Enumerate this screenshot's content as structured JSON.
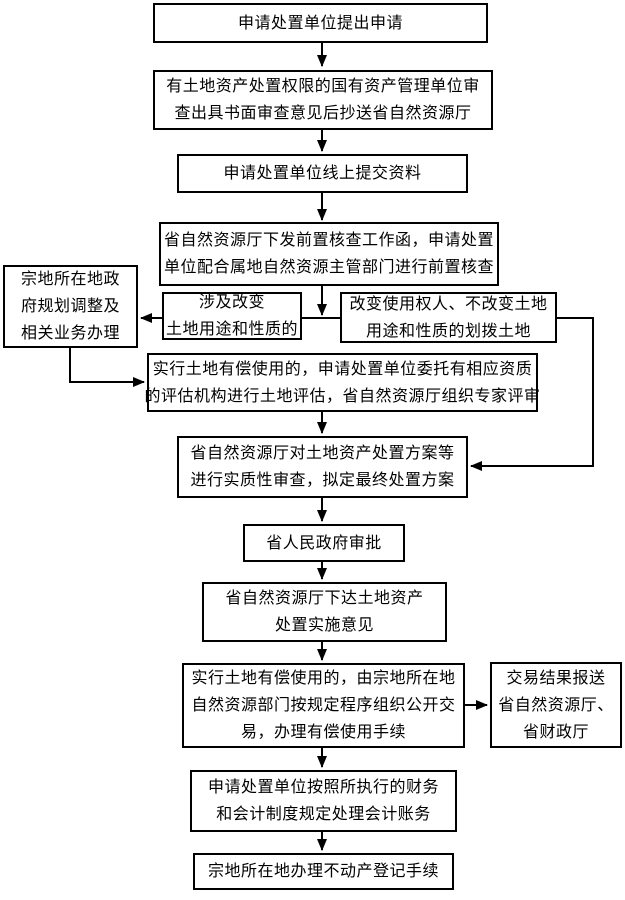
{
  "diagram": {
    "type": "flowchart",
    "language": "zh-CN",
    "colors": {
      "background": "#ffffff",
      "box_border": "#000000",
      "box_fill": "#ffffff",
      "text": "#000000",
      "arrow": "#000000"
    },
    "nodes": {
      "apply": {
        "lines": [
          "申请处置单位提出申请"
        ]
      },
      "asset_review": {
        "lines": [
          "有土地资产处置权限的国有资产管理单位审",
          "查出具书面审查意见后抄送省自然资源厅"
        ]
      },
      "online_submit": {
        "lines": [
          "申请处置单位线上提交资料"
        ]
      },
      "pre_check": {
        "lines": [
          "省自然资源厅下发前置核查工作函，申请处置",
          "单位配合属地自然资源主管部门进行前置核查"
        ]
      },
      "local_gov": {
        "lines": [
          "宗地所在地政",
          "府规划调整及",
          "相关业务办理"
        ]
      },
      "change_use": {
        "lines": [
          "涉及改变",
          "土地用途和性质的"
        ]
      },
      "no_change": {
        "lines": [
          "改变使用权人、不改变土地",
          "用途和性质的划拨土地"
        ]
      },
      "evaluation": {
        "lines": [
          "实行土地有偿使用的，申请处置单位委托有相应资质",
          "的评估机构进行土地评估，省自然资源厅组织专家评审"
        ]
      },
      "substantive_review": {
        "lines": [
          "省自然资源厅对土地资产处置方案等",
          "进行实质性审查，拟定最终处置方案"
        ]
      },
      "gov_approval": {
        "lines": [
          "省人民政府审批"
        ]
      },
      "implementation": {
        "lines": [
          "省自然资源厅下达土地资产",
          "处置实施意见"
        ]
      },
      "public_trade": {
        "lines": [
          "实行土地有偿使用的，由宗地所在地",
          "自然资源部门按规定程序组织公开交",
          "易，办理有偿使用手续"
        ]
      },
      "report_result": {
        "lines": [
          "交易结果报送",
          "省自然资源厅、",
          "省财政厅"
        ]
      },
      "accounting": {
        "lines": [
          "申请处置单位按照所执行的财务",
          "和会计制度规定处理会计账务"
        ]
      },
      "registration": {
        "lines": [
          "宗地所在地办理不动产登记手续"
        ]
      }
    }
  }
}
